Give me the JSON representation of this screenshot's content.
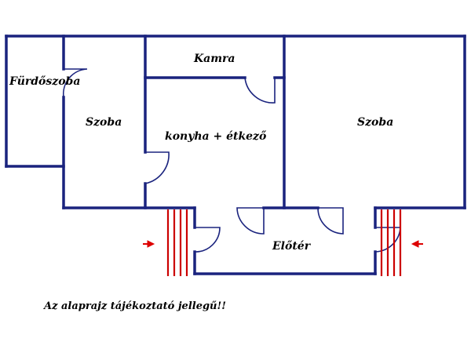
{
  "rooms": {
    "furdoszoba": "Fürdőszoba",
    "szoba_left": "Szoba",
    "kamra": "Kamra",
    "konyha": "konyha + étkező",
    "szoba_right": "Szoba",
    "eloter": "Előtér"
  },
  "note": "Az alaprajz tájékoztató jellegű!!",
  "colors": {
    "wall": "#1a237e",
    "stair": "#cc0000",
    "arrow": "#dd0000"
  }
}
